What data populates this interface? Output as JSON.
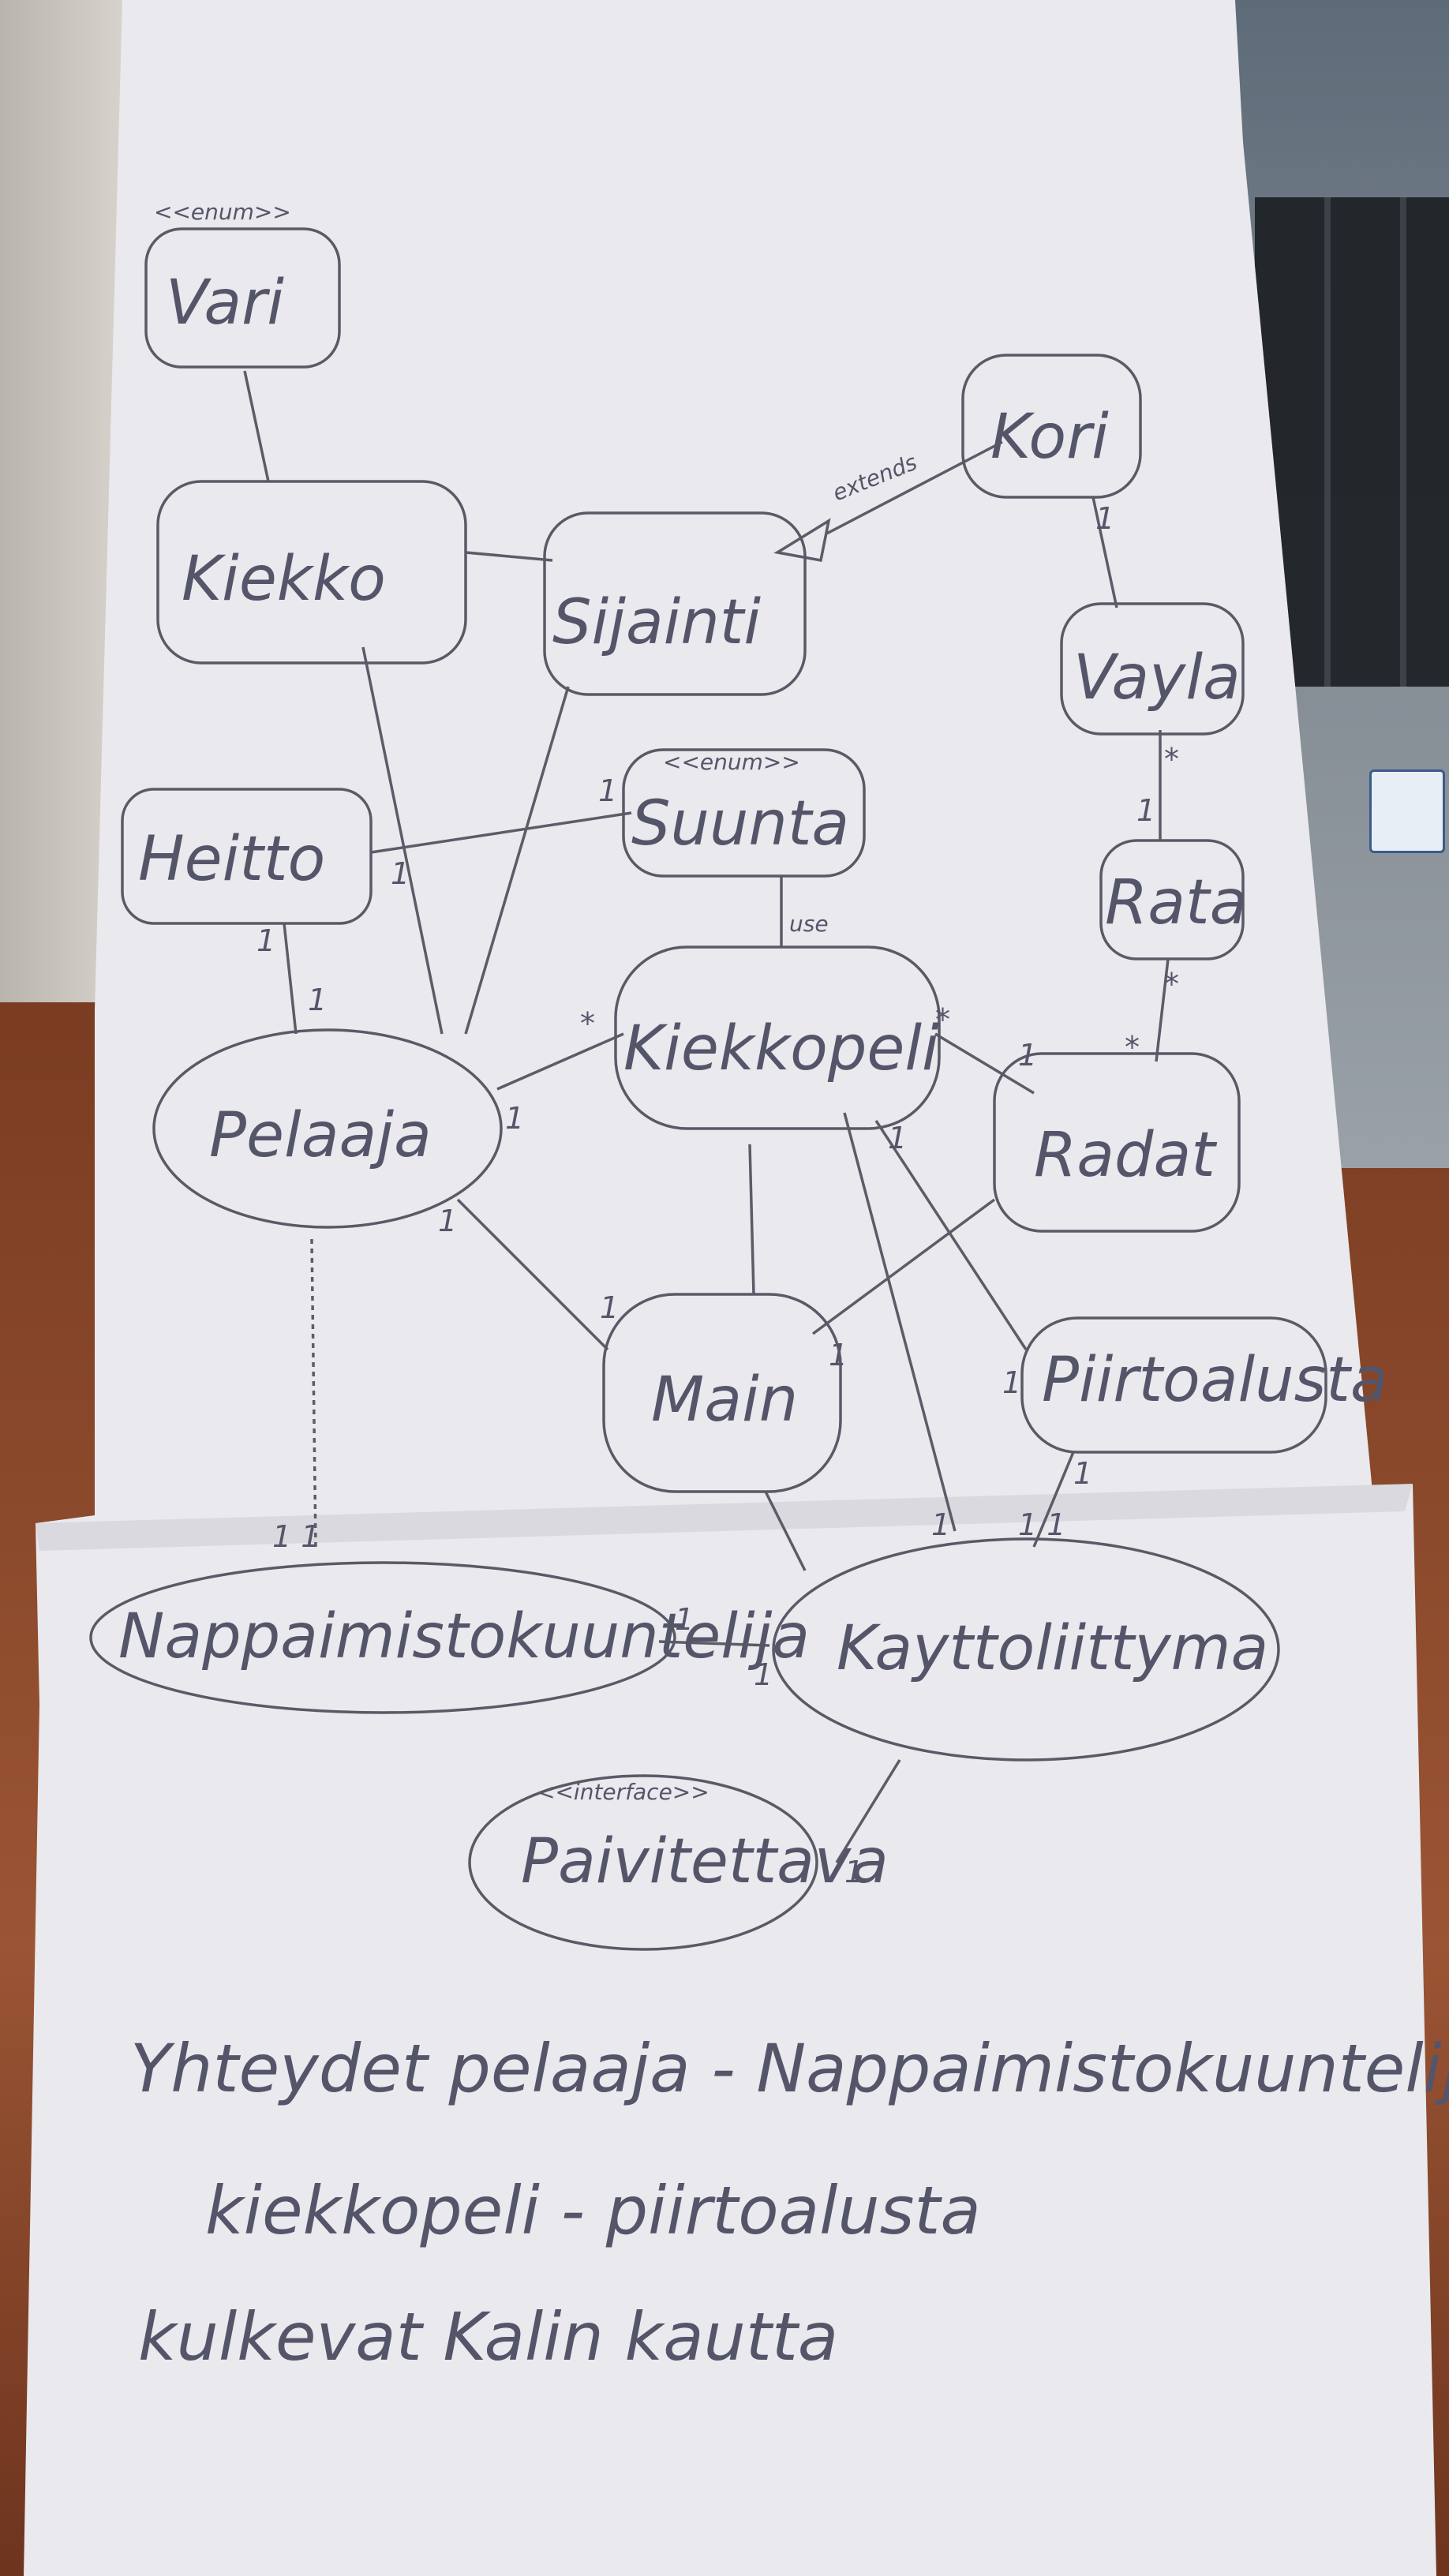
{
  "diagram": {
    "nodes": [
      {
        "id": "vari",
        "label": "Vari",
        "stereotype": "<<enum>>"
      },
      {
        "id": "kiekko",
        "label": "Kiekko",
        "stereotype": ""
      },
      {
        "id": "sijainti",
        "label": "Sijainti",
        "stereotype": ""
      },
      {
        "id": "kori",
        "label": "Kori",
        "stereotype": ""
      },
      {
        "id": "vayla",
        "label": "Vayla",
        "stereotype": ""
      },
      {
        "id": "suunta",
        "label": "Suunta",
        "stereotype": "<<enum>>"
      },
      {
        "id": "heitto",
        "label": "Heitto",
        "stereotype": ""
      },
      {
        "id": "rata",
        "label": "Rata",
        "stereotype": ""
      },
      {
        "id": "pelaaja",
        "label": "Pelaaja",
        "stereotype": ""
      },
      {
        "id": "kiekkopeli",
        "label": "Kiekkopeli",
        "stereotype": ""
      },
      {
        "id": "radat",
        "label": "Radat",
        "stereotype": ""
      },
      {
        "id": "main",
        "label": "Main",
        "stereotype": ""
      },
      {
        "id": "piirtoalusta",
        "label": "Piirtoalusta",
        "stereotype": ""
      },
      {
        "id": "nappaimistokuuntelija",
        "label": "Nappaimistokuuntelija",
        "stereotype": ""
      },
      {
        "id": "kayttoliittyma",
        "label": "Kayttoliittyma",
        "stereotype": ""
      },
      {
        "id": "paivitettava",
        "label": "Paivitettava",
        "stereotype": "<<interface>>"
      }
    ],
    "edges": [
      {
        "from": "vari",
        "to": "kiekko",
        "label": ""
      },
      {
        "from": "kiekko",
        "to": "sijainti",
        "label": ""
      },
      {
        "from": "kori",
        "to": "sijainti",
        "label": "extends"
      },
      {
        "from": "kori",
        "to": "vayla",
        "label": ""
      },
      {
        "from": "vayla",
        "to": "rata",
        "label": ""
      },
      {
        "from": "rata",
        "to": "radat",
        "label": ""
      },
      {
        "from": "heitto",
        "to": "suunta",
        "label": ""
      },
      {
        "from": "suunta",
        "to": "kiekkopeli",
        "label": "use"
      },
      {
        "from": "kiekko",
        "to": "pelaaja",
        "label": ""
      },
      {
        "from": "sijainti",
        "to": "pelaaja",
        "label": ""
      },
      {
        "from": "heitto",
        "to": "pelaaja",
        "label": ""
      },
      {
        "from": "pelaaja",
        "to": "kiekkopeli",
        "label": ""
      },
      {
        "from": "kiekkopeli",
        "to": "radat",
        "label": ""
      },
      {
        "from": "pelaaja",
        "to": "main",
        "label": ""
      },
      {
        "from": "kiekkopeli",
        "to": "main",
        "label": ""
      },
      {
        "from": "radat",
        "to": "main",
        "label": ""
      },
      {
        "from": "kiekkopeli",
        "to": "piirtoalusta",
        "label": ""
      },
      {
        "from": "kiekkopeli",
        "to": "kayttoliittyma",
        "label": ""
      },
      {
        "from": "main",
        "to": "kayttoliittyma",
        "label": ""
      },
      {
        "from": "piirtoalusta",
        "to": "kayttoliittyma",
        "label": ""
      },
      {
        "from": "pelaaja",
        "to": "nappaimistokuuntelija",
        "label": ""
      },
      {
        "from": "nappaimistokuuntelija",
        "to": "kayttoliittyma",
        "label": ""
      },
      {
        "from": "kayttoliittyma",
        "to": "paivitettava",
        "label": ""
      }
    ],
    "multiplicities": {
      "vayla_top": "1",
      "vayla_bottom": "*",
      "rata_top": "1",
      "rata_bottom": "*",
      "radat_top": "*",
      "kiekkopeli_left": "*",
      "kiekkopeli_right": "*",
      "radat_left": "1",
      "suunta_left": "1",
      "heitto_bottom": "1",
      "pelaaja_top": "1",
      "kiekko_right": "1",
      "pelaaja_right": "1",
      "pelaaja_bottom": "1",
      "main_top": "1",
      "main_right": "1",
      "kiekkopeli_bottom": "1",
      "piirtoalusta_left": "1",
      "piirtoalusta_bottom": "1",
      "nappaimisto_top": "1 1",
      "nappaimisto_right": "1",
      "kayttoliittyma_left": "1",
      "kayttoliittyma_top": "1",
      "kayttoliittyma_top2": "1 1",
      "paivitettava_right": "1"
    }
  },
  "note": {
    "lines": [
      "Yhteydet pelaaja - Nappaimistokuuntelija,",
      "kiekkopeli - piirtoalusta",
      "kulkevat Kalin kautta"
    ]
  }
}
